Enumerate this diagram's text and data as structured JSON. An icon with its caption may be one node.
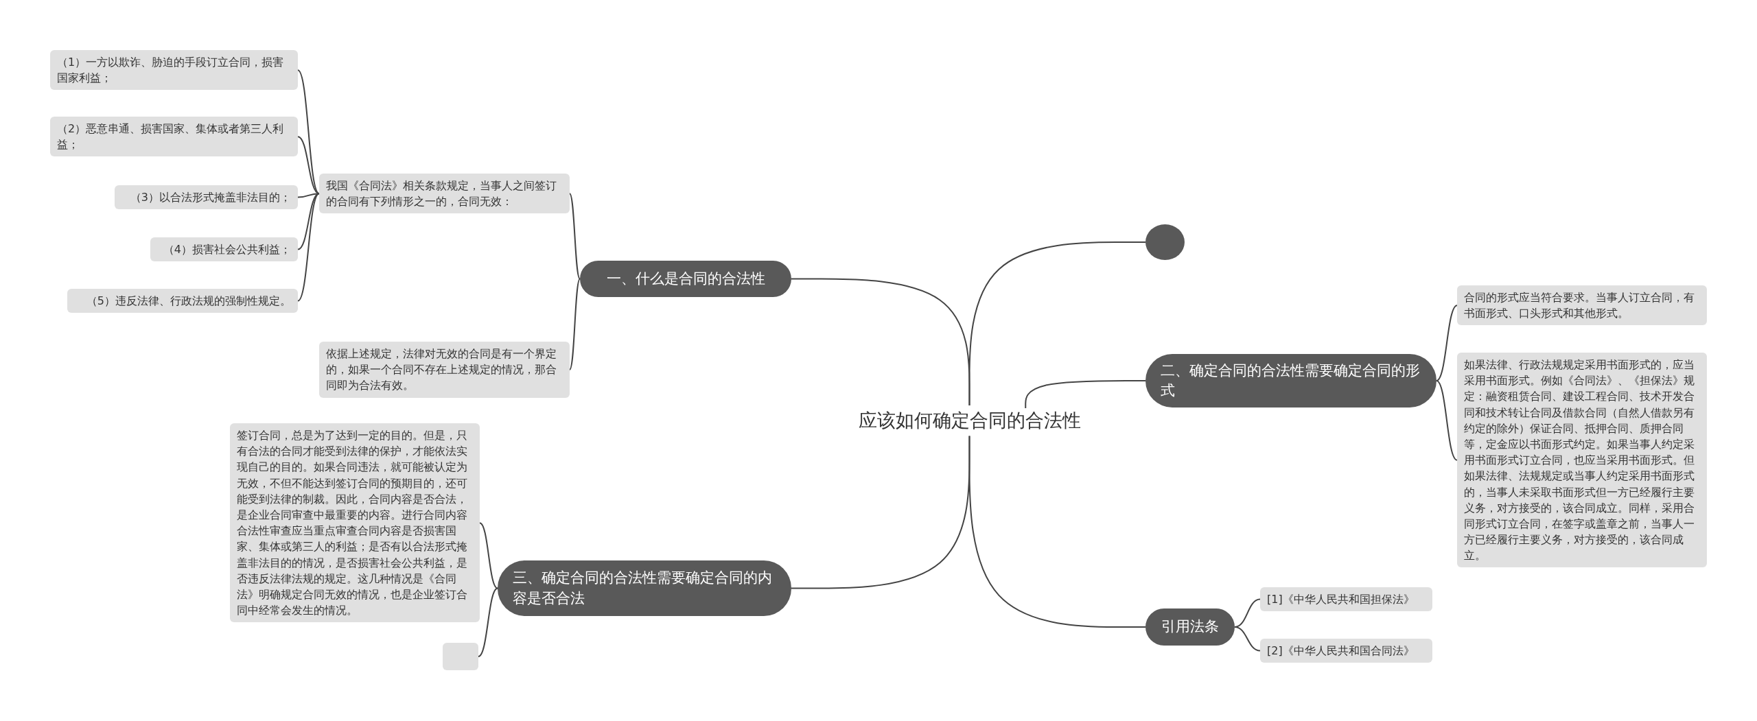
{
  "diagram": {
    "nodes": [
      {
        "text": [
          "应该如何确定合同的合法性"
        ]
      },
      {
        "text": [
          "一、什么是合同的合法性"
        ]
      },
      {
        "text": [
          "我国《合同法》相关条款规定，当事人之间签订的合同有下列情形之一的，合同无效："
        ]
      },
      {
        "text": [
          "（1）一方以欺诈、胁迫的手段订立合同，损害国家利益；"
        ]
      },
      {
        "text": [
          "（2）恶意串通、损害国家、集体或者第三人利益；"
        ]
      },
      {
        "text": [
          "（3）以合法形式掩盖非法目的；"
        ]
      },
      {
        "text": [
          "（4）损害社会公共利益；"
        ]
      },
      {
        "text": [
          "（5）违反法律、行政法规的强制性规定。"
        ]
      },
      {
        "text": [
          "依据上述规定，法律对无效的合同是有一个界定的，如果一个合同不存在上述规定的情况，那合同即为合法有效。"
        ]
      },
      {
        "text": [
          "三、确定合同的合法性需要确定合同的内容是否合法"
        ]
      },
      {
        "text": [
          "签订合同，总是为了达到一定的目的。但是，只有合法的合同才能受到法律的保护，才能依法实现自己的目的。如果合同违法，就可能被认定为无效，不但不能达到签订合同的预期目的，还可能受到法律的制裁。因此，合同内容是否合法，是企业合同审查中最重要的内容。进行合同内容合法性审查应当重点审查合同内容是否损害国家、集体或第三人的利益；是否有以合法形式掩盖非法目的的情况，是否损害社会公共利益，是否违反法律法规的规定。这几种情况是《合同法》明确规定合同无效的情况，也是企业签订合同中经常会发生的情况。"
        ]
      },
      {
        "text": [],
        "shape": "box"
      },
      {
        "text": [],
        "shape": "circle"
      },
      {
        "text": [
          "二、确定合同的合法性需要确定合同的形式"
        ]
      },
      {
        "text": [
          "合同的形式应当符合要求。当事人订立合同，有书面形式、口头形式和其他形式。"
        ]
      },
      {
        "text": [
          "如果法律、行政法规规定采用书面形式的，应当采用书面形式。例如《合同法》、《担保法》规定：融资租赁合同、建设工程合同、技术开发合同和技术转让合同及借款合同（自然人借款另有约定的除外）保证合同、抵押合同、质押合同等，定金应以书面形式约定。如果当事人约定采用书面形式订立合同，也应当采用书面形式。但如果法律、法规规定或当事人约定采用书面形式的，当事人未采取书面形式但一方已经履行主要义务，对方接受的，该合同成立。同样，采用合同形式订立合同，在签字或盖章之前，当事人一方已经履行主要义务，对方接受的，该合同成立。"
        ]
      },
      {
        "text": [
          "引用法条"
        ]
      },
      {
        "text": [
          "[1]《中华人民共和国担保法》"
        ]
      },
      {
        "text": [
          "[2]《中华人民共和国合同法》"
        ]
      }
    ],
    "edges": [
      {
        "from": 0,
        "to": 1,
        "arrow": "none"
      },
      {
        "from": 1,
        "to": 2,
        "arrow": "none"
      },
      {
        "from": 2,
        "to": 3,
        "arrow": "none"
      },
      {
        "from": 2,
        "to": 4,
        "arrow": "none"
      },
      {
        "from": 2,
        "to": 5,
        "arrow": "none"
      },
      {
        "from": 2,
        "to": 6,
        "arrow": "none"
      },
      {
        "from": 2,
        "to": 7,
        "arrow": "none"
      },
      {
        "from": 1,
        "to": 8,
        "arrow": "none"
      },
      {
        "from": 0,
        "to": 9,
        "arrow": "none"
      },
      {
        "from": 9,
        "to": 10,
        "arrow": "none"
      },
      {
        "from": 9,
        "to": 11,
        "arrow": "none"
      },
      {
        "from": 0,
        "to": 12,
        "arrow": "none"
      },
      {
        "from": 0,
        "to": 13,
        "arrow": "none"
      },
      {
        "from": 13,
        "to": 14,
        "arrow": "none"
      },
      {
        "from": 13,
        "to": 15,
        "arrow": "none"
      },
      {
        "from": 0,
        "to": 16,
        "arrow": "none"
      },
      {
        "from": 16,
        "to": 17,
        "arrow": "none"
      },
      {
        "from": 16,
        "to": 18,
        "arrow": "none"
      }
    ]
  }
}
